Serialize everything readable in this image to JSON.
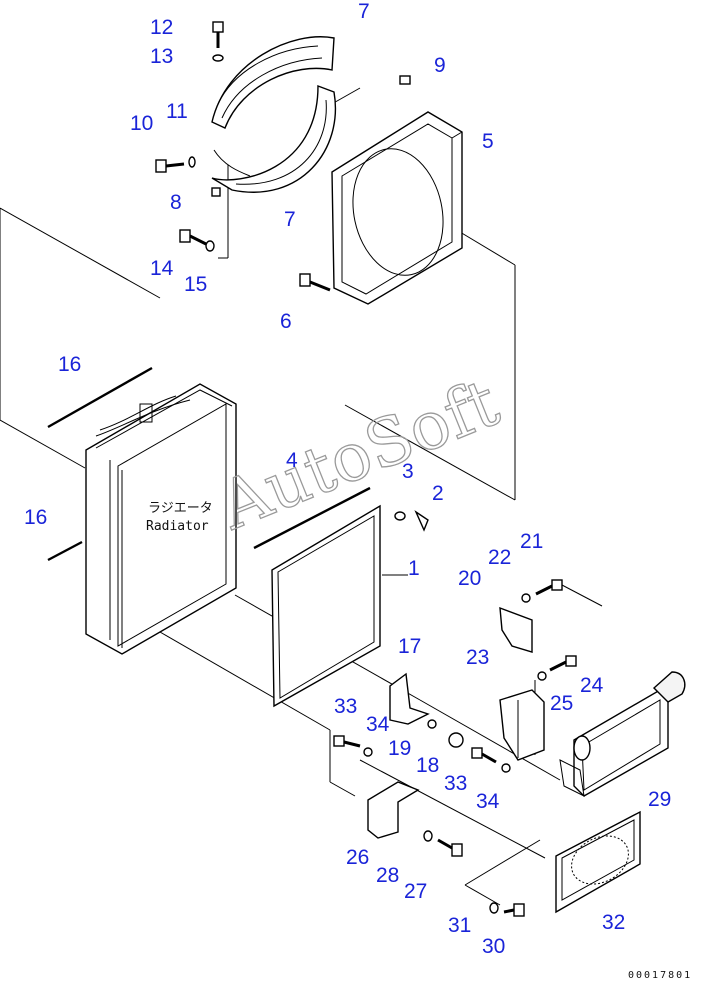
{
  "diagram": {
    "callouts": [
      "1",
      "2",
      "3",
      "4",
      "5",
      "6",
      "7",
      "7",
      "8",
      "9",
      "10",
      "11",
      "12",
      "13",
      "14",
      "15",
      "16",
      "16",
      "17",
      "18",
      "19",
      "20",
      "21",
      "22",
      "23",
      "24",
      "25",
      "26",
      "27",
      "28",
      "29",
      "30",
      "31",
      "32",
      "33",
      "33",
      "34",
      "34"
    ],
    "radiator_label_jp": "ラジエータ",
    "radiator_label_en": "Radiator",
    "watermark": "AutoSoft",
    "drawing_code": "00017801",
    "colors": {
      "callout": "#1a24d8",
      "line": "#000000",
      "watermark": "#9a9a9a"
    }
  }
}
